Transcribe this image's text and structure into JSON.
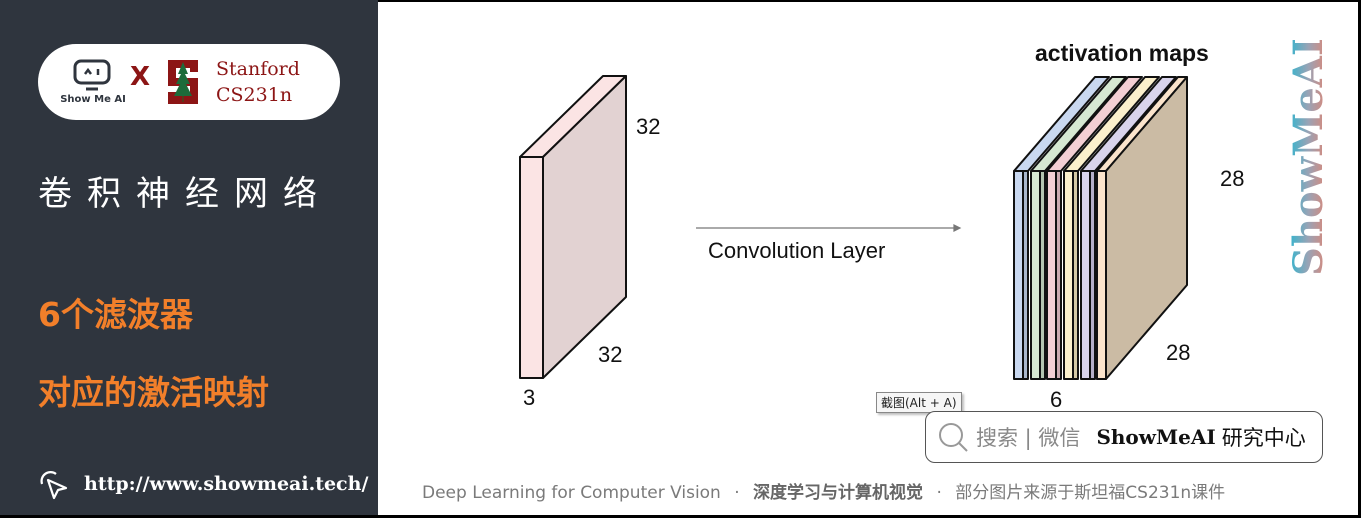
{
  "sidebar": {
    "logo": {
      "showmeai_text": "Show Me AI",
      "separator": "X",
      "stanford_line1": "Stanford",
      "stanford_line2": "CS231n"
    },
    "section_title": "卷积神经网络",
    "highlights": [
      "6个滤波器",
      "对应的激活映射"
    ],
    "link": "http://www.showmeai.tech/",
    "colors": {
      "background": "#2f353e",
      "highlight": "#f27f2a",
      "stanford": "#8c1515"
    }
  },
  "diagram": {
    "input_volume": {
      "height_label": "32",
      "width_label": "32",
      "depth_label": "3",
      "face_color": "#e2d2d2",
      "side_color": "#fbe4e4"
    },
    "arrow_label": "Convolution Layer",
    "output_volume": {
      "title": "activation maps",
      "height_label": "28",
      "width_label": "28",
      "depth_label": "6",
      "slice_colors": [
        "#c9d8f0",
        "#d6e8d2",
        "#f3cfd4",
        "#fbf0cc",
        "#d9d4ec",
        "#fbe4cc"
      ],
      "back_face_color": "#cbbba4"
    }
  },
  "watermark": {
    "text": "ShowMeAI"
  },
  "tooltip": {
    "text": "截图(Alt + A)"
  },
  "search_bar": {
    "hint": "搜索 | 微信",
    "brand": "ShowMeAI",
    "brand_suffix": "研究中心"
  },
  "footer": {
    "part1": "Deep Learning for Computer Vision",
    "sep": "·",
    "part2": "深度学习与计算机视觉",
    "part3": "部分图片来源于斯坦福CS231n课件"
  }
}
